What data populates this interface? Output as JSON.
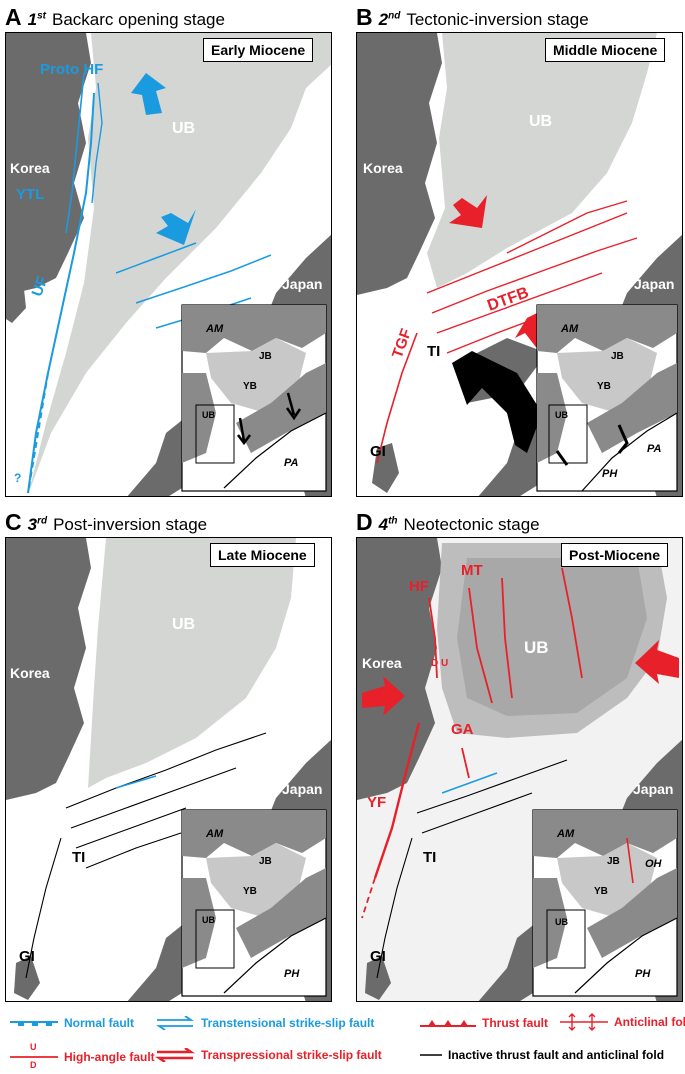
{
  "panels": [
    {
      "letter": "A",
      "ordinal_num": "1",
      "ordinal_sup": "st",
      "stage": "Backarc opening stage",
      "age": "Early Miocene",
      "labels": {
        "ub": "UB",
        "korea": "Korea",
        "proto_hf": "Proto HF",
        "ytl": "YTL",
        "uf": "UF",
        "japan": "Japan",
        "question": "?"
      },
      "inset": {
        "am": "AM",
        "jb": "JB",
        "yb": "YB",
        "ub": "UB",
        "plate": "PA"
      }
    },
    {
      "letter": "B",
      "ordinal_num": "2",
      "ordinal_sup": "nd",
      "stage": "Tectonic-inversion stage",
      "age": "Middle Miocene",
      "labels": {
        "ub": "UB",
        "korea": "Korea",
        "japan": "Japan",
        "tgf": "TGF",
        "dtfb": "DTFB",
        "ti": "TI",
        "gi": "GI"
      },
      "inset": {
        "am": "AM",
        "jb": "JB",
        "yb": "YB",
        "ub": "UB",
        "plate1": "PH",
        "plate2": "PA"
      }
    },
    {
      "letter": "C",
      "ordinal_num": "3",
      "ordinal_sup": "rd",
      "stage": "Post-inversion stage",
      "age": "Late Miocene",
      "labels": {
        "ub": "UB",
        "korea": "Korea",
        "japan": "Japan",
        "ti": "TI",
        "gi": "GI"
      },
      "inset": {
        "am": "AM",
        "jb": "JB",
        "yb": "YB",
        "ub": "UB",
        "plate": "PH"
      }
    },
    {
      "letter": "D",
      "ordinal_num": "4",
      "ordinal_sup": "th",
      "stage": "Neotectonic stage",
      "age": "Post-Miocene",
      "labels": {
        "ub": "UB",
        "korea": "Korea",
        "japan": "Japan",
        "hf": "HF",
        "mt": "MT",
        "du": "D U",
        "ga": "GA",
        "yf": "YF",
        "ti": "TI",
        "gi": "GI"
      },
      "inset": {
        "am": "AM",
        "jb": "JB",
        "yb": "YB",
        "ub": "UB",
        "oh": "OH",
        "plate": "PH"
      }
    }
  ],
  "legend": {
    "normal_fault": "Normal fault",
    "transtensional": "Transtensional strike-slip fault",
    "thrust": "Thrust fault",
    "anticlinal": "Anticlinal fold",
    "high_angle": "High-angle fault",
    "high_angle_u": "U",
    "high_angle_d": "D",
    "transpressional": "Transpressional strike-slip fault",
    "inactive": "Inactive thrust fault and anticlinal fold"
  },
  "colors": {
    "blue": "#1a9be0",
    "red": "#e8202a",
    "land": "#6b6b6b",
    "basin": "#d4d6d4",
    "inset_basin": "#c8c8c8",
    "inset_land": "#8a8a8a"
  }
}
